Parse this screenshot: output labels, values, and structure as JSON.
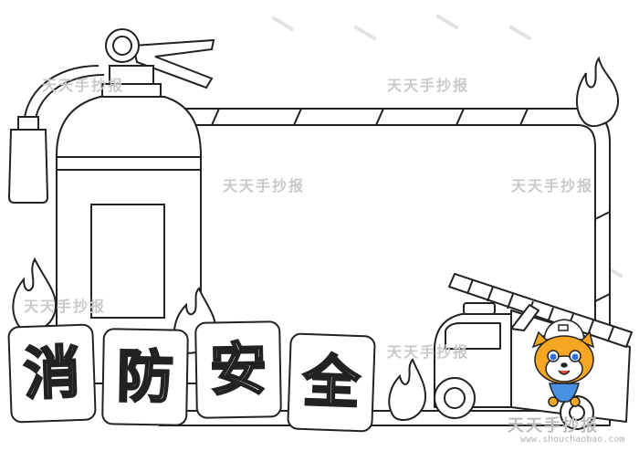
{
  "title": {
    "chars": [
      "消",
      "防",
      "安",
      "全"
    ]
  },
  "watermark": {
    "text": "天天手抄报",
    "url": "www.shouchaobao.com"
  },
  "colors": {
    "line": "#222222",
    "paper": "#ffffff",
    "watermark": "#c9c9c9",
    "dash": "#e2e2e2"
  }
}
